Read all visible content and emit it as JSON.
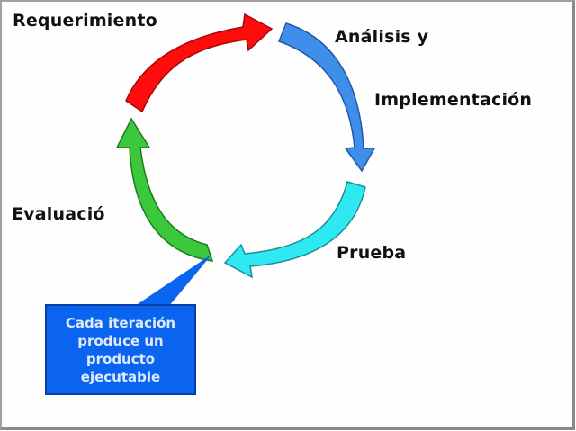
{
  "diagram": {
    "type": "iterative-cycle",
    "stages": [
      {
        "label": "Requerimiento",
        "color": "#ff0d0d"
      },
      {
        "label": "Análisis y",
        "color": "#3f8fea"
      },
      {
        "label": "Implementación",
        "color": "#3f8fea"
      },
      {
        "label": "Prueba",
        "color": "#2ee8f2"
      },
      {
        "label": "Evaluació",
        "color": "#3cc83c"
      }
    ],
    "callout": {
      "text": "Cada iteración\nproduce un\nproducto\nejecutable",
      "color": "#0a64f0"
    }
  }
}
